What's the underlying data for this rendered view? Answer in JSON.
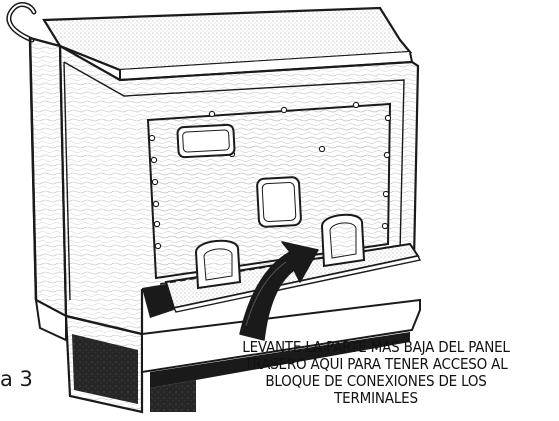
{
  "figure_label": "a 3",
  "callout": {
    "lines": [
      "LEVANTE LA PARTE MAS BAJA DEL PANEL",
      "TRASERO AQUI PARA TENER ACCESO AL",
      "BLOQUE DE CONEXIONES DE LOS",
      "TERMINALES"
    ]
  },
  "colors": {
    "line": "#1a1a1a",
    "dark_fill": "#2a2a2a",
    "texture": "#b8b8b8"
  }
}
